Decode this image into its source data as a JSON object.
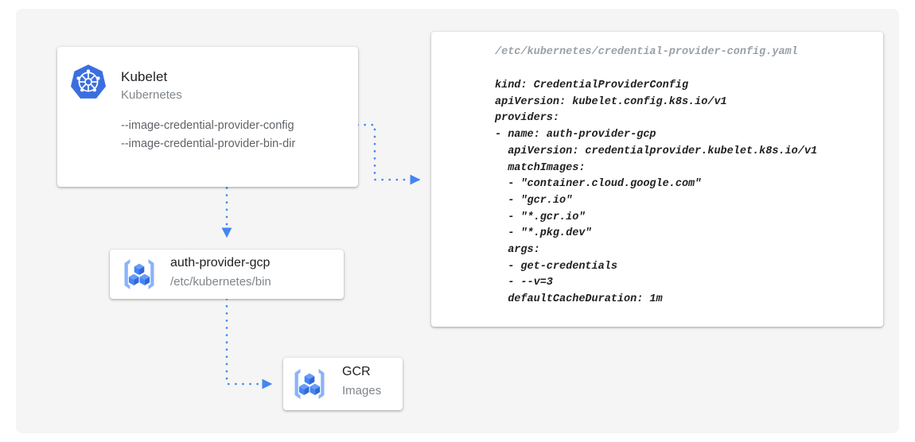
{
  "canvas": {
    "background": "#f5f5f5",
    "page_background": "#ffffff"
  },
  "colors": {
    "accent_blue": "#4285f4",
    "light_blue": "#8ab4f8",
    "text_primary": "#202124",
    "text_secondary": "#80868b",
    "text_flags": "#5f6368",
    "code_path": "#9aa0a6"
  },
  "kubelet_card": {
    "icon": "kubernetes-icon",
    "title": "Kubelet",
    "subtitle": "Kubernetes",
    "flags": [
      "--image-credential-provider-config",
      "--image-credential-provider-bin-dir"
    ]
  },
  "auth_provider_card": {
    "icon": "container-registry-icon",
    "title": "auth-provider-gcp",
    "subtitle": "/etc/kubernetes/bin"
  },
  "gcr_card": {
    "icon": "container-registry-icon",
    "title": "GCR",
    "subtitle": "Images"
  },
  "code_card": {
    "path": "/etc/kubernetes/credential-provider-config.yaml",
    "lines": [
      "kind: CredentialProviderConfig",
      "apiVersion: kubelet.config.k8s.io/v1",
      "providers:",
      "- name: auth-provider-gcp",
      "  apiVersion: credentialprovider.kubelet.k8s.io/v1",
      "  matchImages:",
      "  - \"container.cloud.google.com\"",
      "  - \"gcr.io\"",
      "  - \"*.gcr.io\"",
      "  - \"*.pkg.dev\"",
      "  args:",
      "  - get-credentials",
      "  - --v=3",
      "  defaultCacheDuration: 1m"
    ]
  },
  "connectors": [
    {
      "name": "kubelet-to-config",
      "from": "kubelet_card",
      "to": "code_card",
      "style": "dotted",
      "arrowhead": true
    },
    {
      "name": "kubelet-to-auth-provider",
      "from": "kubelet_card",
      "to": "auth_provider_card",
      "style": "dotted",
      "arrowhead": true
    },
    {
      "name": "auth-provider-to-gcr",
      "from": "auth_provider_card",
      "to": "gcr_card",
      "style": "dotted",
      "arrowhead": true
    }
  ]
}
